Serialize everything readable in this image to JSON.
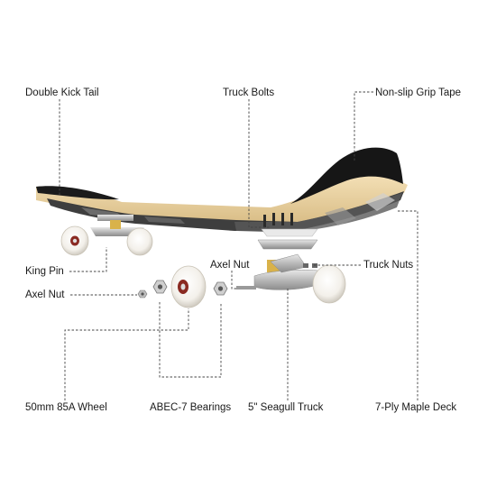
{
  "labels": {
    "double_kick_tail": "Double Kick Tail",
    "truck_bolts": "Truck Bolts",
    "grip_tape": "Non-slip Grip Tape",
    "king_pin": "King Pin",
    "axel_nut_top": "Axel Nut",
    "truck_nuts": "Truck Nuts",
    "axel_nut_left": "Axel Nut",
    "wheel": "50mm 85A Wheel",
    "bearings": "ABEC-7 Bearings",
    "truck": "5\" Seagull Truck",
    "deck": "7-Ply Maple Deck"
  }
}
